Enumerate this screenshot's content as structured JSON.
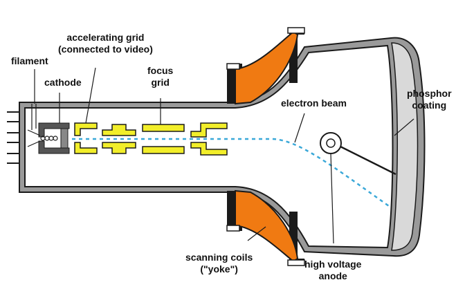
{
  "labels": {
    "filament": "filament",
    "cathode": "cathode",
    "accelerating_grid_line1": "accelerating grid",
    "accelerating_grid_line2": "(connected to video)",
    "focus_grid_line1": "focus",
    "focus_grid_line2": "grid",
    "electron_beam": "electron beam",
    "phosphor_line1": "phosphor",
    "phosphor_line2": "coating",
    "scanning_coils_line1": "scanning coils",
    "scanning_coils_line2": "(\"yoke\")",
    "anode_line1": "high voltage",
    "anode_line2": "anode"
  },
  "colors": {
    "tube_outline": "#1a1a1a",
    "tube_interior": "#ffffff",
    "phosphor": "#d9d9d9",
    "grid_fill": "#f2ee2a",
    "coil_fill": "#f07a12",
    "electron_beam": "#3aa8d8",
    "cathode_fill": "#555555"
  }
}
